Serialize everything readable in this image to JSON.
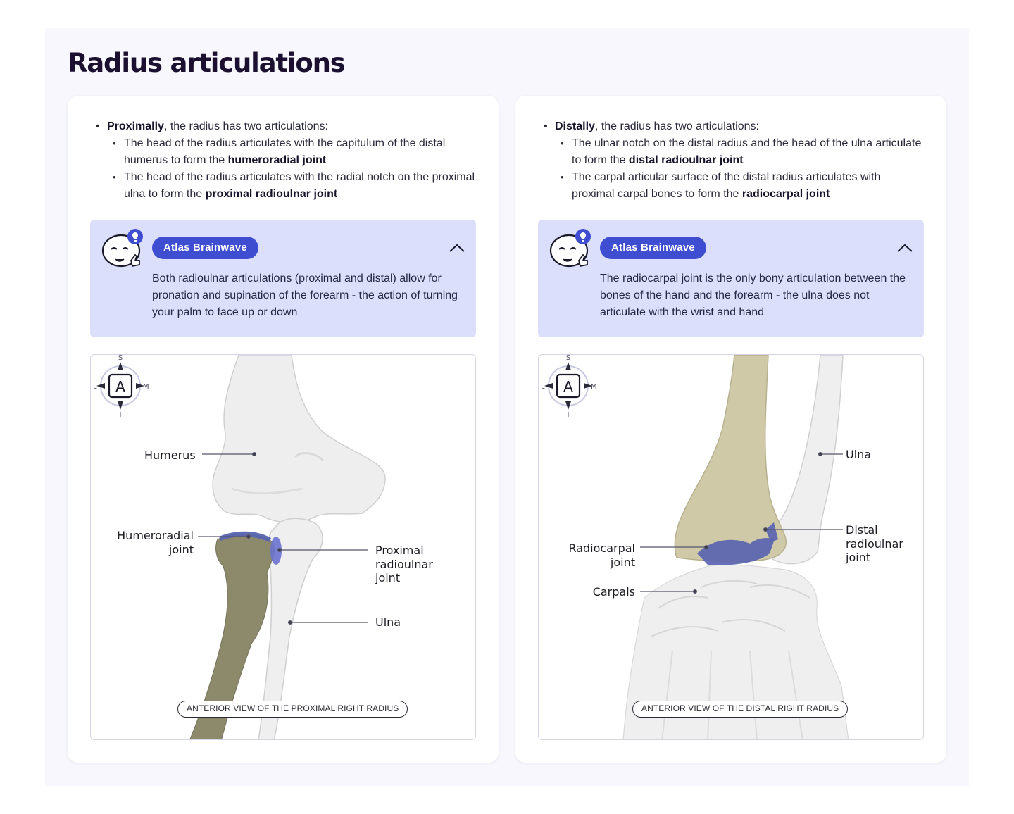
{
  "page": {
    "title": "Radius articulations"
  },
  "left": {
    "intro_lead": "Proximally",
    "intro_rest": ", the radius has two articulations:",
    "items": [
      {
        "text": "The head of the radius articulates with the capitulum of the distal humerus to form the ",
        "bold": "humeroradial joint"
      },
      {
        "text": "The head of the radius articulates with the radial notch on the proximal ulna to form the ",
        "bold": "proximal radioulnar joint"
      }
    ],
    "brainwave": {
      "label": "Atlas Brainwave",
      "text": "Both radioulnar articulations (proximal and distal) allow for pronation and supination of the forearm - the action of turning your palm to face up or down"
    },
    "figure": {
      "labels": {
        "humerus": "Humerus",
        "humeroradial_1": "Humeroradial",
        "humeroradial_2": "joint",
        "proximal_1": "Proximal",
        "proximal_2": "radioulnar",
        "proximal_3": "joint",
        "ulna": "Ulna"
      },
      "caption": "ANTERIOR VIEW OF THE PROXIMAL RIGHT RADIUS"
    }
  },
  "right": {
    "intro_lead": "Distally",
    "intro_rest": ", the radius has two articulations:",
    "items": [
      {
        "text": "The ulnar notch on the distal radius and the head of the ulna articulate to form the ",
        "bold": "distal radioulnar joint"
      },
      {
        "text": "The carpal articular surface of the distal radius articulates with proximal carpal bones to form the ",
        "bold": "radiocarpal joint"
      }
    ],
    "brainwave": {
      "label": "Atlas Brainwave",
      "text": "The radiocarpal joint is the only bony articulation between the bones of the hand and the forearm - the ulna does not articulate with the wrist and hand"
    },
    "figure": {
      "labels": {
        "ulna": "Ulna",
        "distal_1": "Distal",
        "distal_2": "radioulnar",
        "distal_3": "joint",
        "radiocarpal_1": "Radiocarpal",
        "radiocarpal_2": "joint",
        "carpals": "Carpals"
      },
      "caption": "ANTERIOR VIEW OF THE DISTAL RIGHT RADIUS"
    }
  },
  "compass": {
    "center": "A",
    "top": "S",
    "bottom": "I",
    "left": "L",
    "right": "M"
  },
  "colors": {
    "accent": "#3f4ed0",
    "brainwave_bg": "#dcdffb",
    "radius_bone": "#8d8a6c",
    "joint": "#5a64b0"
  },
  "icons": [
    "mascot-icon",
    "lightbulb-icon",
    "chevron-up-icon",
    "compass-icon"
  ]
}
